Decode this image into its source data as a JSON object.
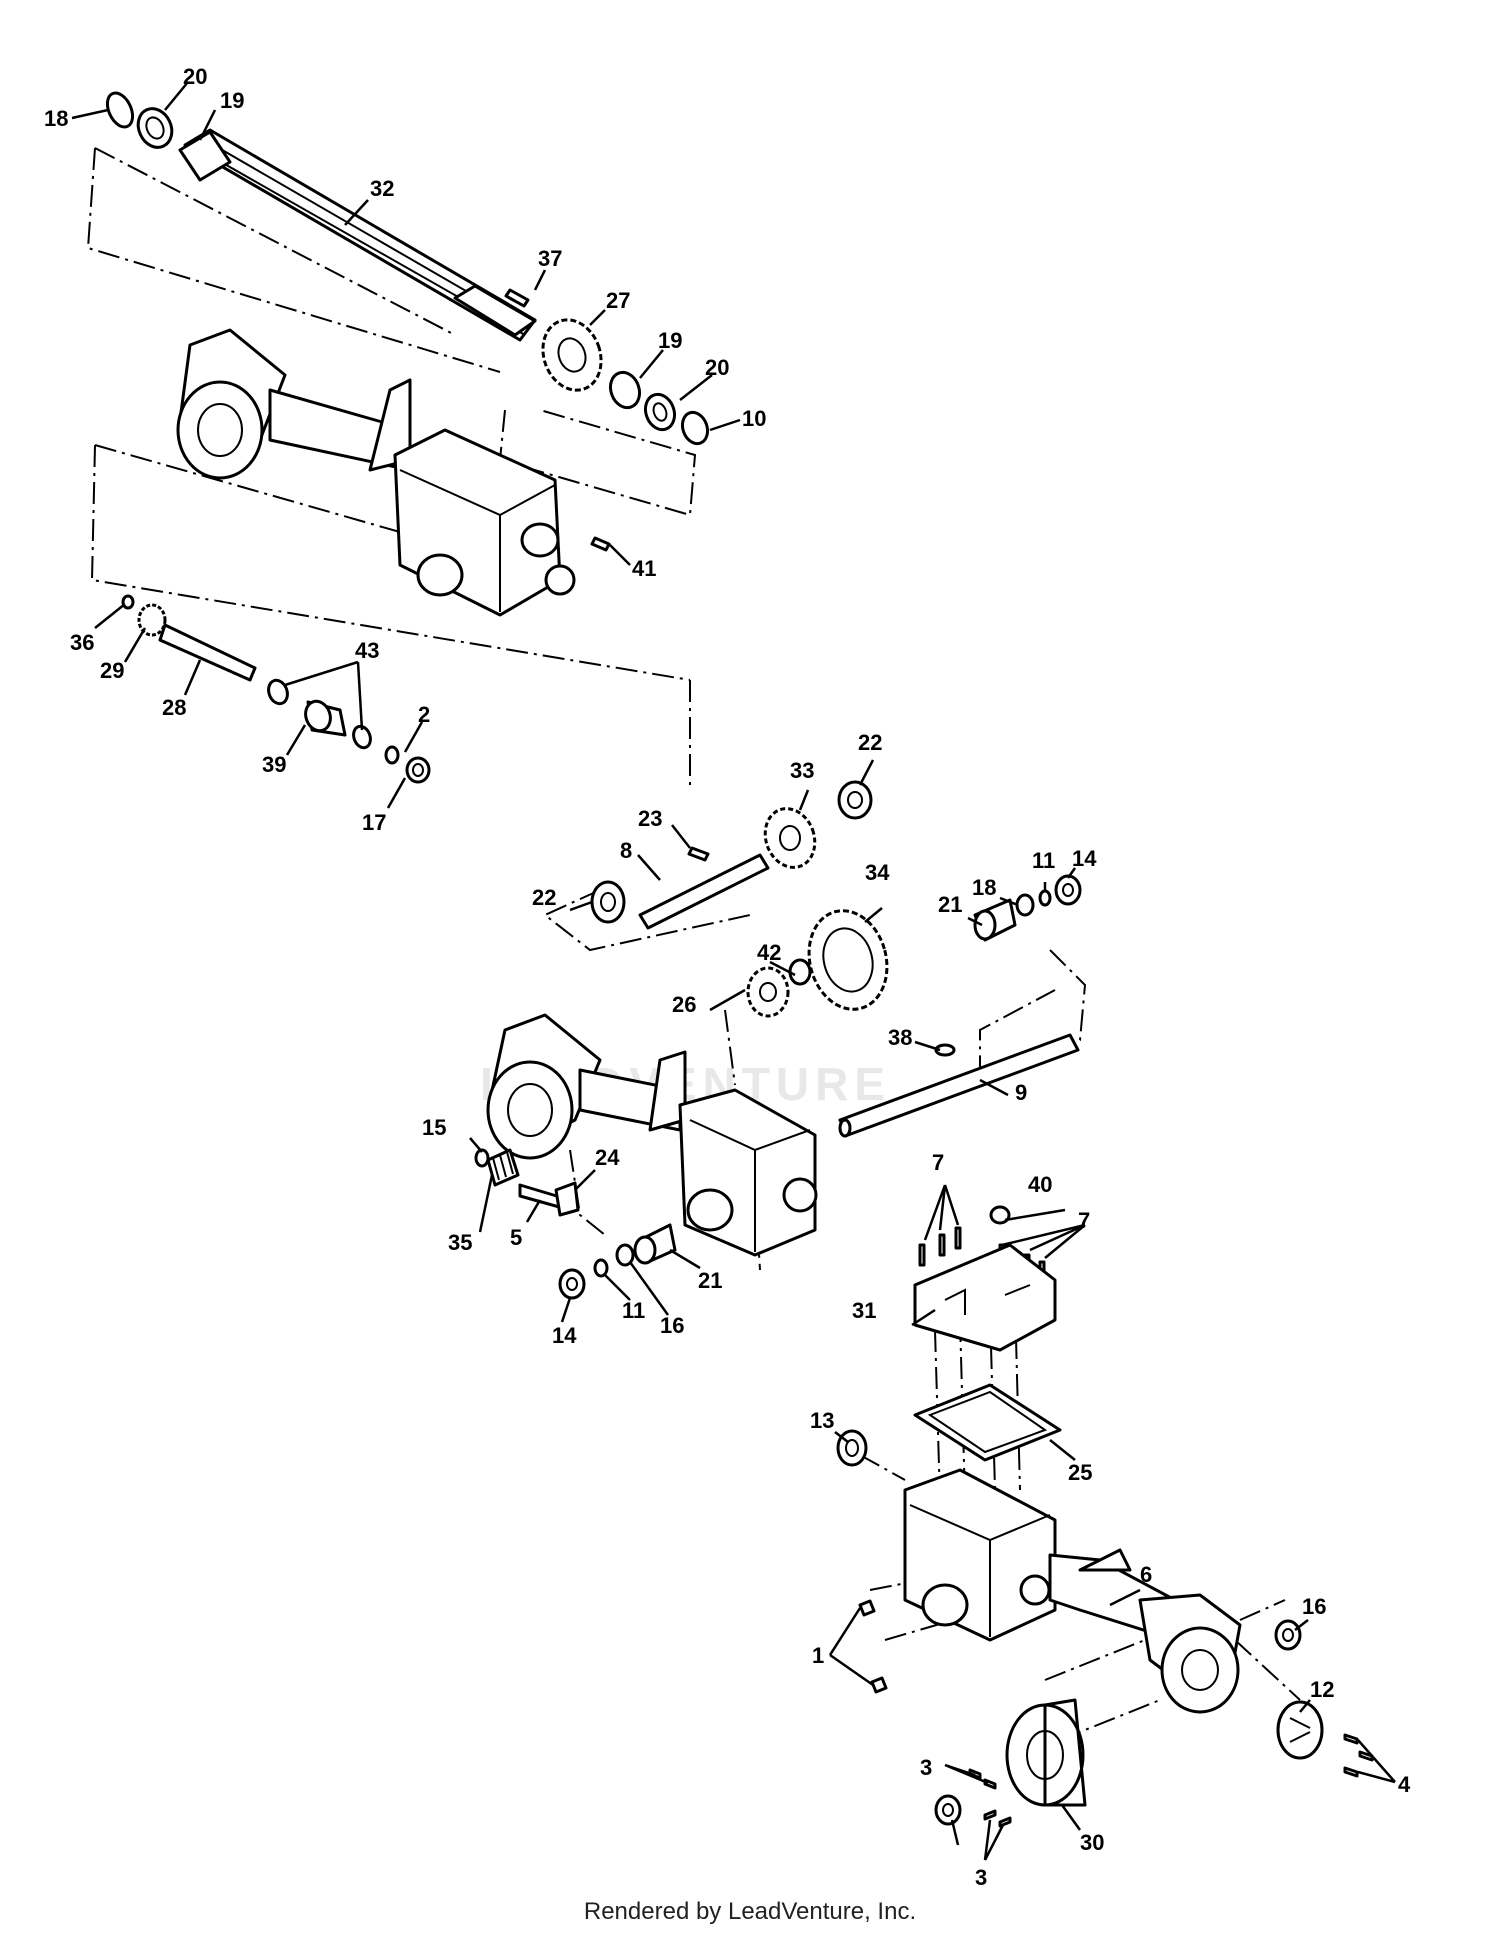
{
  "footer": "Rendered by LeadVenture, Inc.",
  "watermark": "LEADVENTURE",
  "callouts": [
    "1",
    "2",
    "3",
    "4",
    "5",
    "6",
    "7",
    "8",
    "9",
    "10",
    "11",
    "12",
    "13",
    "14",
    "15",
    "16",
    "17",
    "18",
    "19",
    "20",
    "21",
    "22",
    "23",
    "24",
    "25",
    "26",
    "27",
    "28",
    "29",
    "30",
    "31",
    "32",
    "33",
    "34",
    "35",
    "36",
    "37",
    "38",
    "39",
    "40",
    "41",
    "42",
    "43"
  ],
  "extra_callouts": [
    "3",
    "7",
    "11",
    "14",
    "16",
    "18",
    "19",
    "20",
    "21",
    "22"
  ]
}
